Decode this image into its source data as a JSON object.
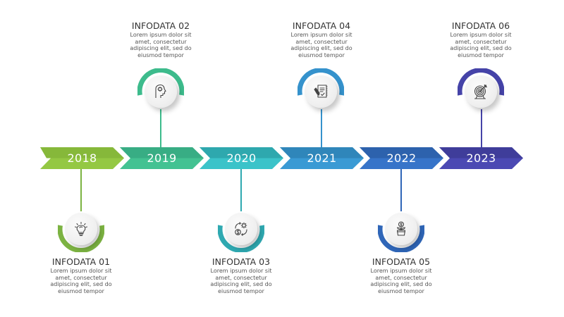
{
  "timeline": {
    "steps": [
      {
        "year": "2018",
        "title": "INFODATA 01",
        "body": "Lorem ipsum dolor sit\namet, consectetur\nadipiscing elit, sed do\neiusmod tempor",
        "icon": "lightbulb-icon",
        "position": "below",
        "color_top": "#86b83a",
        "color_bottom": "#94c843",
        "accent": "#7cb342"
      },
      {
        "year": "2019",
        "title": "INFODATA 02",
        "body": "Lorem ipsum dolor sit\namet, consectetur\nadipiscing elit, sed do\neiusmod tempor",
        "icon": "head-gear-icon",
        "position": "above",
        "color_top": "#38ad84",
        "color_bottom": "#43c292",
        "accent": "#3dbb8c"
      },
      {
        "year": "2020",
        "title": "INFODATA 03",
        "body": "Lorem ipsum dolor sit\namet, consectetur\nadipiscing elit, sed do\neiusmod tempor",
        "icon": "money-cycle-icon",
        "position": "below",
        "color_top": "#2ea8ae",
        "color_bottom": "#3bc3c9",
        "accent": "#2fa9b1"
      },
      {
        "year": "2021",
        "title": "INFODATA 04",
        "body": "Lorem ipsum dolor sit\namet, consectetur\nadipiscing elit, sed do\neiusmod tempor",
        "icon": "notepad-pen-icon",
        "position": "above",
        "color_top": "#2f86ba",
        "color_bottom": "#3a9ad4",
        "accent": "#3592cc"
      },
      {
        "year": "2022",
        "title": "INFODATA 05",
        "body": "Lorem ipsum dolor sit\namet, consectetur\nadipiscing elit, sed do\neiusmod tempor",
        "icon": "money-plant-icon",
        "position": "below",
        "color_top": "#2d62ad",
        "color_bottom": "#3774c9",
        "accent": "#2f66b8"
      },
      {
        "year": "2023",
        "title": "INFODATA 06",
        "body": "Lorem ipsum dolor sit\namet, consectetur\nadipiscing elit, sed do\neiusmod tempor",
        "icon": "target-icon",
        "position": "above",
        "color_top": "#3f3d9a",
        "color_bottom": "#4b49b3",
        "accent": "#4543a8"
      }
    ]
  }
}
